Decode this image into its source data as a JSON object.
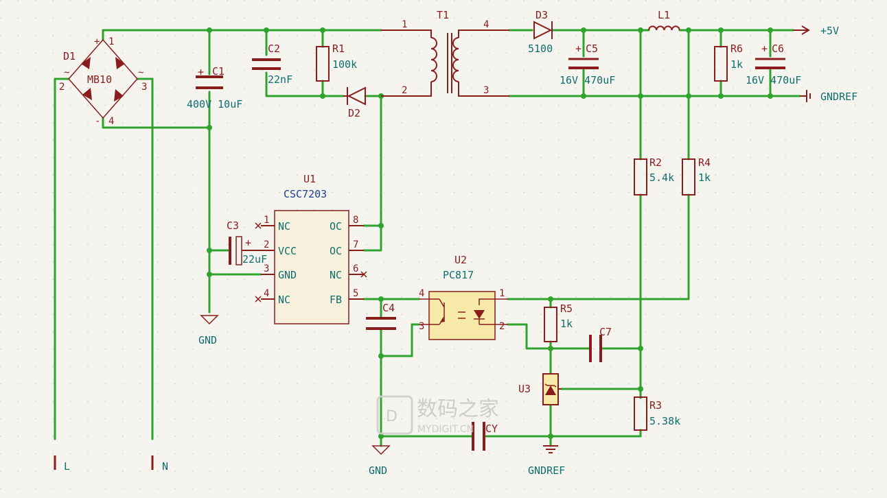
{
  "colors": {
    "background": "#f5f4ef",
    "wire": "#2ea32e",
    "symbol": "#8a1c1c",
    "value_text": "#0f6e6e",
    "ic_text": "#1a3f8c",
    "ic_fill": "#f7f1de",
    "opto_fill": "#f7e9a8"
  },
  "bridge": {
    "ref": "D1",
    "value": "MB10",
    "pin1": "1",
    "pin2": "2",
    "pin3": "3",
    "pin4": "4",
    "plus": "+",
    "ac": "~",
    "minus": "-"
  },
  "c1": {
    "ref": "C1",
    "value": "400V 10uF"
  },
  "c2": {
    "ref": "C2",
    "value": "22nF"
  },
  "r1": {
    "ref": "R1",
    "value": "100k"
  },
  "d2": {
    "ref": "D2"
  },
  "t1": {
    "ref": "T1",
    "pin1": "1",
    "pin2": "2",
    "pin3": "3",
    "pin4": "4"
  },
  "d3": {
    "ref": "D3",
    "value": "5100"
  },
  "c5": {
    "ref": "C5",
    "value": "16V 470uF"
  },
  "l1": {
    "ref": "L1"
  },
  "r6": {
    "ref": "R6",
    "value": "1k"
  },
  "c6": {
    "ref": "C6",
    "value": "16V 470uF"
  },
  "out_net": "+5V",
  "gndref_net": "GNDREF",
  "gnd_net": "GND",
  "r2": {
    "ref": "R2",
    "value": "5.4k"
  },
  "r4": {
    "ref": "R4",
    "value": "1k"
  },
  "u1": {
    "ref": "U1",
    "value": "CSC7203",
    "pins": [
      {
        "num": "1",
        "name": "NC"
      },
      {
        "num": "2",
        "name": "VCC"
      },
      {
        "num": "3",
        "name": "GND"
      },
      {
        "num": "4",
        "name": "NC"
      },
      {
        "num": "5",
        "name": "FB"
      },
      {
        "num": "6",
        "name": "NC"
      },
      {
        "num": "7",
        "name": "OC"
      },
      {
        "num": "8",
        "name": "OC"
      }
    ]
  },
  "c3": {
    "ref": "C3",
    "value": "22uF"
  },
  "c4": {
    "ref": "C4"
  },
  "u2": {
    "ref": "U2",
    "value": "PC817",
    "pin1": "1",
    "pin2": "2",
    "pin3": "3",
    "pin4": "4"
  },
  "r5": {
    "ref": "R5",
    "value": "1k"
  },
  "c7": {
    "ref": "C7"
  },
  "u3": {
    "ref": "U3"
  },
  "r3": {
    "ref": "R3",
    "value": "5.38k"
  },
  "cy": {
    "ref": "CY"
  },
  "line_l": "L",
  "line_n": "N",
  "watermark": {
    "cn": "数码之家",
    "en": "MYDIGIT.CN"
  }
}
